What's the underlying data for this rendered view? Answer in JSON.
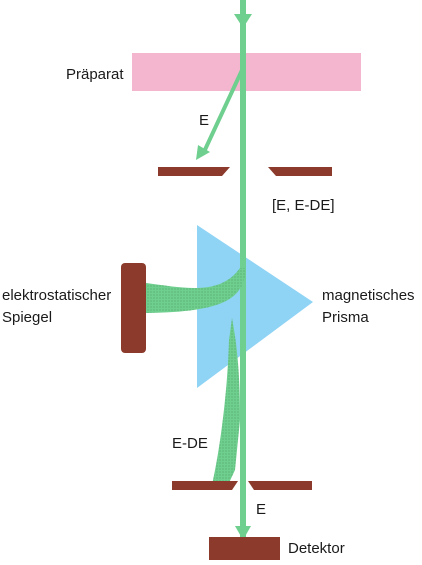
{
  "labels": {
    "specimen": "Präparat",
    "energy_e": "E",
    "slit_range": "[E, E-DE]",
    "mirror_line1": "elektrostatischer",
    "mirror_line2": "Spiegel",
    "prism_line1": "magnetisches",
    "prism_line2": "Prisma",
    "energy_loss": "E-DE",
    "energy_e_bottom": "E",
    "detector": "Detektor"
  },
  "colors": {
    "specimen": "#f4b6cf",
    "beam": "#6fcf8f",
    "beam_dots": "#3d8f55",
    "prism": "#8fd3f5",
    "slit_bars": "#8b3a2b",
    "mirror": "#8b3a2b",
    "detector": "#8b3a2b",
    "text": "#1a1a1a"
  }
}
